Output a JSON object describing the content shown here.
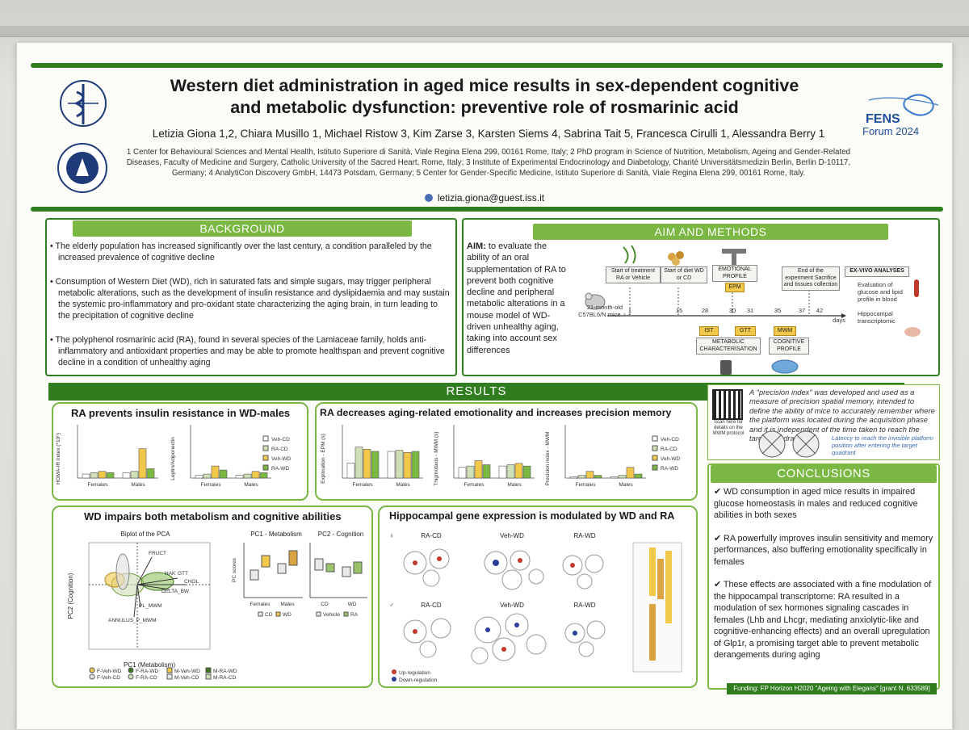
{
  "header": {
    "title_line1": "Western diet administration in aged mice results in sex-dependent cognitive",
    "title_line2": "and metabolic dysfunction: preventive role of rosmarinic acid",
    "authors": "Letizia Giona 1,2, Chiara Musillo 1, Michael Ristow 3, Kim Zarse 3, Karsten Siems 4, Sabrina Tait 5, Francesca Cirulli 1, Alessandra Berry 1",
    "affiliations": "1 Center for Behavioural Sciences and Mental Health, Istituto Superiore di Sanità, Viale Regina Elena 299, 00161 Rome, Italy; 2 PhD program in Science of Nutrition, Metabolism, Ageing and Gender-Related Diseases, Faculty of Medicine and Surgery, Catholic University of the Sacred Heart, Rome, Italy; 3 Institute of Experimental Endocrinology and Diabetology, Charité Universitätsmedizin Berlin, Berlin D-10117, Germany; 4 AnalytiCon Discovery GmbH, 14473 Potsdam, Germany; 5 Center for Gender-Specific Medicine, Istituto Superiore di Sanità, Viale Regina Elena 299, 00161 Rome, Italy.",
    "email": "letizia.giona@guest.iss.it",
    "fens_line1": "FENS",
    "fens_line2": "Forum 2024"
  },
  "background": {
    "heading": "BACKGROUND",
    "p1": "The elderly population has increased significantly over the last century, a condition paralleled by the increased prevalence of cognitive decline",
    "p2": "Consumption of Western Diet (WD), rich in saturated fats and simple sugars, may trigger peripheral metabolic alterations, such as the development of insulin resistance and dyslipidaemia and may sustain the systemic pro-inflammatory and pro-oxidant state characterizing the aging brain, in turn leading to the precipitation of cognitive decline",
    "p3": "The polyphenol rosmarinic acid (RA), found in several species of the Lamiaceae family, holds anti-inflammatory and antioxidant properties and may be able to promote healthspan and prevent cognitive decline in a condition of unhealthy aging"
  },
  "aim": {
    "heading": "AIM AND METHODS",
    "label": "AIM:",
    "text": "to evaluate the ability of an oral supplementation of RA to prevent both cognitive decline and peripheral metabolic alterations in a mouse model of WD-driven unhealthy aging, taking into account sex differences",
    "mice": "21-month-old C57BL6/N mice ♀♂",
    "start_treatment": "Start of treatment RA or Vehicle",
    "start_diet": "Start of diet WD or CD",
    "emotional": "EMOTIONAL PROFILE",
    "epm": "EPM",
    "end_exp": "End of the experiment Sacrifice and tissues collection",
    "exvivo": "EX-VIVO ANALYSES",
    "exvivo1": "Evaluation of glucose and lipid profile in blood",
    "exvivo2": "Hippocampal transcriptomic",
    "days": [
      "1",
      "15",
      "28",
      "30",
      "31",
      "35",
      "37",
      "42"
    ],
    "days_label": "days",
    "ist": "IST",
    "gtt": "GTT",
    "mwm": "MWM",
    "metabolic": "METABOLIC CHARACTERISATION",
    "cognitive": "COGNITIVE PROFILE"
  },
  "results": {
    "heading": "RESULTS",
    "panel1": {
      "title": "RA prevents insulin resistance in WD-males",
      "ylabel1": "HOMA-IR index (*10⁶)",
      "ylabel2": "Leptin/Adiponectin",
      "groups": [
        "Females",
        "Males"
      ],
      "legend": [
        "Veh-CD",
        "RA-CD",
        "Veh-WD",
        "RA-WD"
      ]
    },
    "panel2": {
      "title": "RA decreases aging-related emotionality and increases precision memory",
      "ylabel1": "Exploration - EPM (s)",
      "ylabel2": "Thigmotaxis - MWM (s)",
      "ylabel3": "Precision index - MWM",
      "groups": [
        "Females",
        "Males"
      ],
      "legend": [
        "Veh-CD",
        "RA-CD",
        "Veh-WD",
        "RA-WD"
      ]
    },
    "precision_note": "A \"precision index\" was developed and used as a measure of precision spatial memory, intended to define the ability of mice to accurately remember where the platform was located during the acquisition phase and it is independent of the time taken to reach the target quadrant",
    "qr_note": "Scan here for details on the MWM protocol",
    "latency_note": "Latency to reach the invisible platform position after entering the target quadrant",
    "panel3": {
      "title": "WD impairs both metabolism and cognitive abilities",
      "biplot_title": "Biplot of the PCA",
      "pc1_title": "PC1 - Metabolism",
      "pc2_title": "PC2 - Cognition",
      "xlabel": "PC1 (Metabolism)",
      "ylabel": "PC2 (Cognition)",
      "pc_ylabel": "PC scores",
      "pc1_groups": [
        "Females",
        "Males"
      ],
      "pc2_groups": [
        "CD",
        "WD"
      ],
      "pc1_legend": [
        "CD",
        "WD"
      ],
      "pc2_legend": [
        "Vehicle",
        "RA"
      ],
      "vars": [
        "FRUCT",
        "HAK",
        "GTT",
        "CHOL",
        "DELTA_BW",
        "PL_MWM",
        "ANNULUS_P_MWM"
      ],
      "legend": [
        "F-Veh-CD",
        "F-RA-CD",
        "M-Veh-CD",
        "M-RA-CD",
        "F-Veh-WD",
        "F-RA-WD",
        "M-Veh-WD",
        "M-RA-WD"
      ]
    },
    "panel4": {
      "title": "Hippocampal gene expression is modulated by WD and RA",
      "row_f": [
        "RA-CD",
        "Veh-WD",
        "RA-WD"
      ],
      "row_m": [
        "RA-CD",
        "Veh-WD",
        "RA-WD"
      ],
      "legend_up": "Up-regulation",
      "legend_down": "Down-regulation"
    }
  },
  "conclusions": {
    "heading": "CONCLUSIONS",
    "c1": "WD consumption in aged mice results in impaired glucose homeostasis in males and reduced cognitive abilities in both sexes",
    "c2": "RA powerfully improves insulin sensitivity and memory performances, also buffering emotionality specifically in females",
    "c3": "These effects are associated with a fine modulation of the hippocampal transcriptome: RA resulted in a modulation of sex hormones signaling cascades in females (Lhb and Lhcgr, mediating anxiolytic-like and cognitive-enhancing effects) and an overall upregulation of Glp1r, a promising target able to prevent metabolic derangements during aging"
  },
  "funding": "Funding: FP Horizon H2020 \"Ageing with Elegans\" [grant N. 633589]",
  "chart_data": [
    {
      "type": "bar",
      "title": "RA prevents insulin resistance in WD-males",
      "ylabel": "HOMA-IR index (*10⁶)",
      "categories": [
        "Females",
        "Males"
      ],
      "series": [
        {
          "name": "Veh-CD",
          "values": [
            3,
            4
          ]
        },
        {
          "name": "RA-CD",
          "values": [
            4,
            5
          ]
        },
        {
          "name": "Veh-WD",
          "values": [
            5,
            22
          ]
        },
        {
          "name": "RA-WD",
          "values": [
            4,
            7
          ]
        }
      ],
      "ylim": [
        0,
        40
      ]
    },
    {
      "type": "bar",
      "ylabel": "Leptin/Adiponectin",
      "categories": [
        "Females",
        "Males"
      ],
      "series": [
        {
          "name": "Veh-CD",
          "values": [
            0.2,
            0.2
          ]
        },
        {
          "name": "RA-CD",
          "values": [
            0.3,
            0.3
          ]
        },
        {
          "name": "Veh-WD",
          "values": [
            0.9,
            0.5
          ]
        },
        {
          "name": "RA-WD",
          "values": [
            0.6,
            0.4
          ]
        }
      ],
      "ylim": [
        0,
        4
      ]
    },
    {
      "type": "bar",
      "ylabel": "Exploration - EPM (s)",
      "categories": [
        "Females",
        "Males"
      ],
      "series": [
        {
          "name": "Veh-CD",
          "values": [
            140,
            250
          ]
        },
        {
          "name": "RA-CD",
          "values": [
            290,
            260
          ]
        },
        {
          "name": "Veh-WD",
          "values": [
            270,
            240
          ]
        },
        {
          "name": "RA-WD",
          "values": [
            250,
            250
          ]
        }
      ],
      "ylim": [
        0,
        500
      ]
    },
    {
      "type": "bar",
      "ylabel": "Thigmotaxis - MWM (s)",
      "categories": [
        "Females",
        "Males"
      ],
      "series": [
        {
          "name": "Veh-CD",
          "values": [
            8,
            9
          ]
        },
        {
          "name": "RA-CD",
          "values": [
            9,
            10
          ]
        },
        {
          "name": "Veh-WD",
          "values": [
            13,
            11
          ]
        },
        {
          "name": "RA-WD",
          "values": [
            10,
            9
          ]
        }
      ],
      "ylim": [
        0,
        40
      ]
    },
    {
      "type": "bar",
      "ylabel": "Precision index - MWM",
      "categories": [
        "Females",
        "Males"
      ],
      "series": [
        {
          "name": "Veh-CD",
          "values": [
            1,
            1
          ]
        },
        {
          "name": "RA-CD",
          "values": [
            2,
            2
          ]
        },
        {
          "name": "Veh-WD",
          "values": [
            5,
            8
          ]
        },
        {
          "name": "RA-WD",
          "values": [
            2,
            3
          ]
        }
      ],
      "ylim": [
        0,
        40
      ]
    }
  ]
}
